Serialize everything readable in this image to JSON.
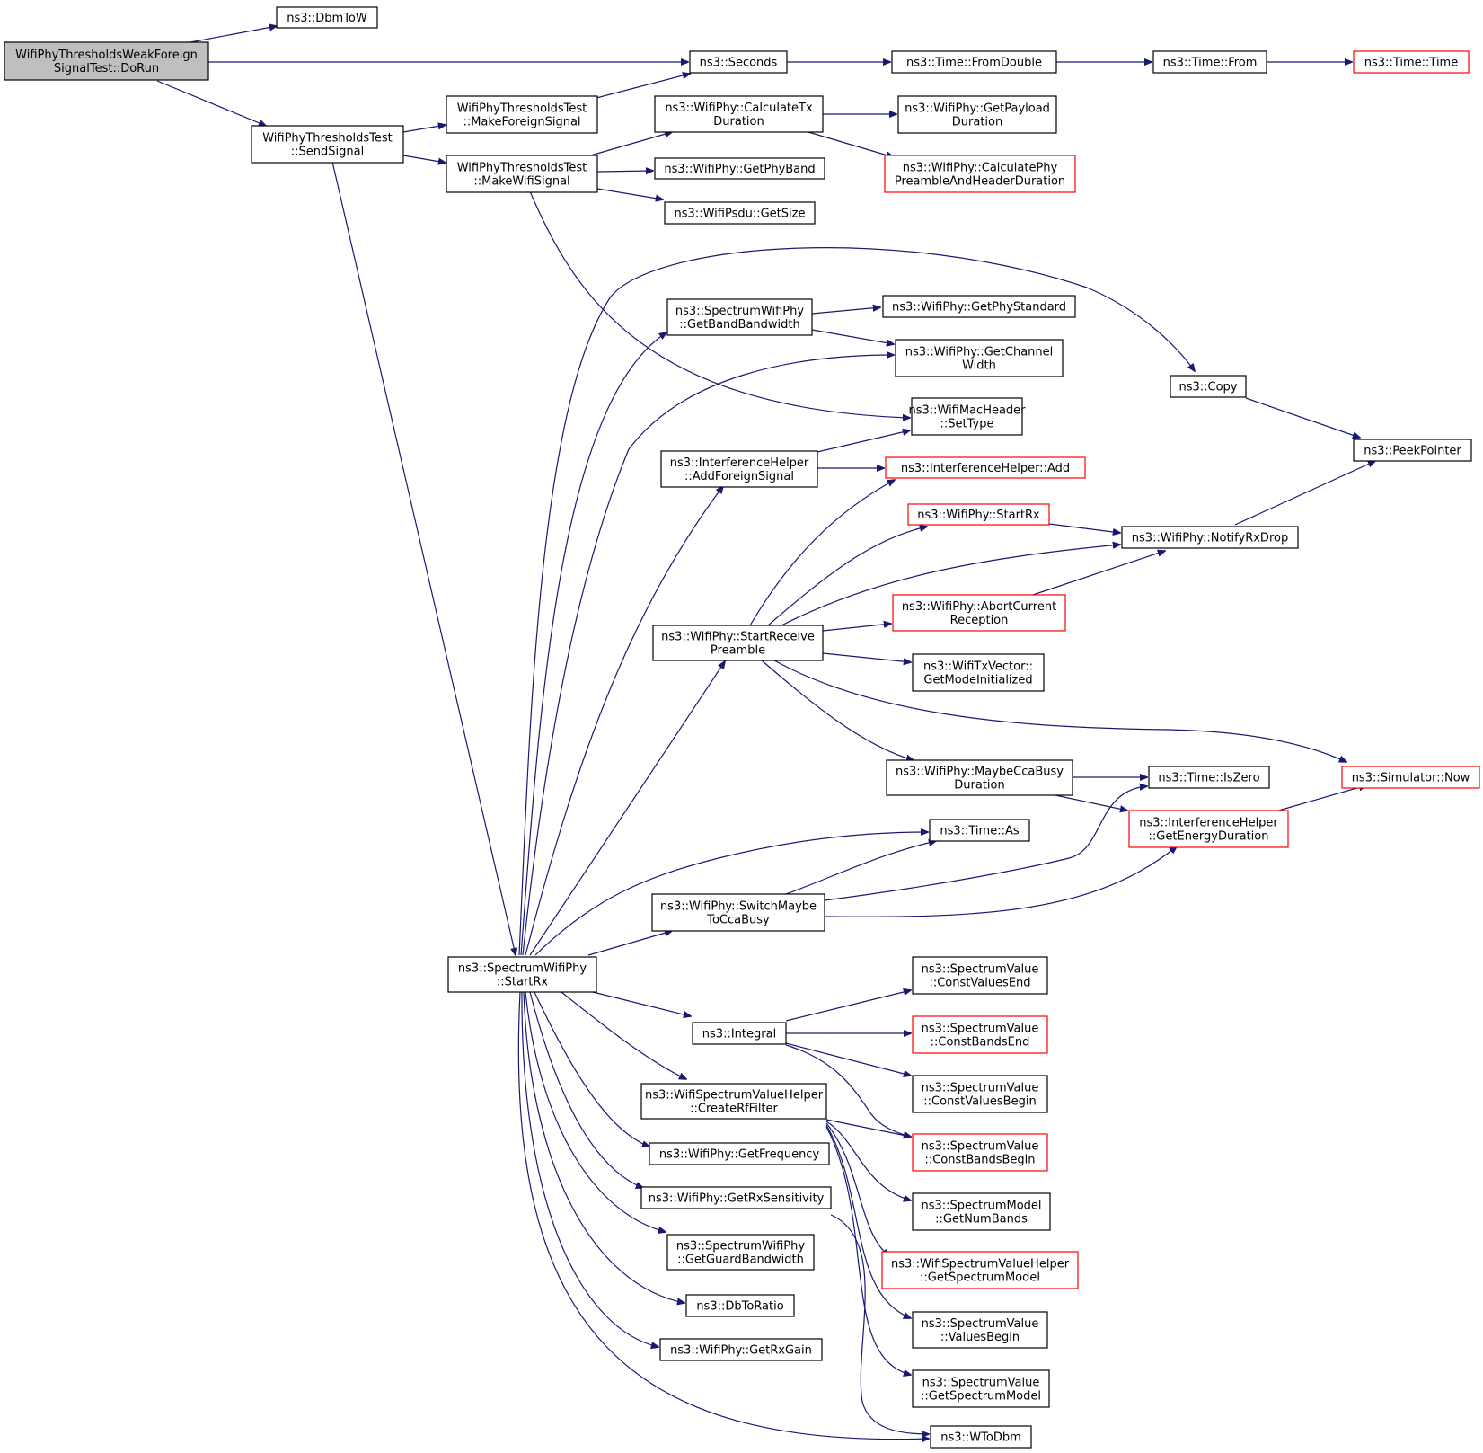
{
  "colors": {
    "edge": "#191970",
    "border": "#000000",
    "red_border": "#ff0000",
    "root_fill": "#bfbfbf"
  },
  "nodes": [
    {
      "id": "dorun",
      "lines": [
        "WifiPhyThresholdsWeakForeign",
        "SignalTest::DoRun"
      ],
      "style": "root"
    },
    {
      "id": "dbmtow",
      "lines": [
        "ns3::DbmToW"
      ],
      "style": "normal"
    },
    {
      "id": "seconds",
      "lines": [
        "ns3::Seconds"
      ],
      "style": "normal"
    },
    {
      "id": "fromdouble",
      "lines": [
        "ns3::Time::FromDouble"
      ],
      "style": "normal"
    },
    {
      "id": "timefrom",
      "lines": [
        "ns3::Time::From"
      ],
      "style": "normal"
    },
    {
      "id": "timetime",
      "lines": [
        "ns3::Time::Time"
      ],
      "style": "red"
    },
    {
      "id": "sendsignal",
      "lines": [
        "WifiPhyThresholdsTest",
        "::SendSignal"
      ],
      "style": "normal"
    },
    {
      "id": "makeforeign",
      "lines": [
        "WifiPhyThresholdsTest",
        "::MakeForeignSignal"
      ],
      "style": "normal"
    },
    {
      "id": "makewifi",
      "lines": [
        "WifiPhyThresholdsTest",
        "::MakeWifiSignal"
      ],
      "style": "normal"
    },
    {
      "id": "calctx",
      "lines": [
        "ns3::WifiPhy::CalculateTx",
        "Duration"
      ],
      "style": "normal"
    },
    {
      "id": "getpayload",
      "lines": [
        "ns3::WifiPhy::GetPayload",
        "Duration"
      ],
      "style": "normal"
    },
    {
      "id": "calcphy",
      "lines": [
        "ns3::WifiPhy::CalculatePhy",
        "PreambleAndHeaderDuration"
      ],
      "style": "red"
    },
    {
      "id": "getphyband",
      "lines": [
        "ns3::WifiPhy::GetPhyBand"
      ],
      "style": "normal"
    },
    {
      "id": "psdusize",
      "lines": [
        "ns3::WifiPsdu::GetSize"
      ],
      "style": "normal"
    },
    {
      "id": "getbandbw",
      "lines": [
        "ns3::SpectrumWifiPhy",
        "::GetBandBandwidth"
      ],
      "style": "normal"
    },
    {
      "id": "getphystd",
      "lines": [
        "ns3::WifiPhy::GetPhyStandard"
      ],
      "style": "normal"
    },
    {
      "id": "getchanwidth",
      "lines": [
        "ns3::WifiPhy::GetChannel",
        "Width"
      ],
      "style": "normal"
    },
    {
      "id": "copy",
      "lines": [
        "ns3::Copy"
      ],
      "style": "normal"
    },
    {
      "id": "settype",
      "lines": [
        "ns3::WifiMacHeader",
        "::SetType"
      ],
      "style": "normal"
    },
    {
      "id": "peekpointer",
      "lines": [
        "ns3::PeekPointer"
      ],
      "style": "normal"
    },
    {
      "id": "addforeign",
      "lines": [
        "ns3::InterferenceHelper",
        "::AddForeignSignal"
      ],
      "style": "normal"
    },
    {
      "id": "ihadd",
      "lines": [
        "ns3::InterferenceHelper::Add"
      ],
      "style": "red"
    },
    {
      "id": "phystartrx",
      "lines": [
        "ns3::WifiPhy::StartRx"
      ],
      "style": "red"
    },
    {
      "id": "notifyrxdrop",
      "lines": [
        "ns3::WifiPhy::NotifyRxDrop"
      ],
      "style": "normal"
    },
    {
      "id": "abortcurrent",
      "lines": [
        "ns3::WifiPhy::AbortCurrent",
        "Reception"
      ],
      "style": "red"
    },
    {
      "id": "startrecv",
      "lines": [
        "ns3::WifiPhy::StartReceive",
        "Preamble"
      ],
      "style": "normal"
    },
    {
      "id": "getmodeinit",
      "lines": [
        "ns3::WifiTxVector::",
        "GetModeInitialized"
      ],
      "style": "normal"
    },
    {
      "id": "maybecca",
      "lines": [
        "ns3::WifiPhy::MaybeCcaBusy",
        "Duration"
      ],
      "style": "normal"
    },
    {
      "id": "iszero",
      "lines": [
        "ns3::Time::IsZero"
      ],
      "style": "normal"
    },
    {
      "id": "simnow",
      "lines": [
        "ns3::Simulator::Now"
      ],
      "style": "red"
    },
    {
      "id": "getenergy",
      "lines": [
        "ns3::InterferenceHelper",
        "::GetEnergyDuration"
      ],
      "style": "red"
    },
    {
      "id": "timeas",
      "lines": [
        "ns3::Time::As"
      ],
      "style": "normal"
    },
    {
      "id": "switchcca",
      "lines": [
        "ns3::WifiPhy::SwitchMaybe",
        "ToCcaBusy"
      ],
      "style": "normal"
    },
    {
      "id": "specstartrx",
      "lines": [
        "ns3::SpectrumWifiPhy",
        "::StartRx"
      ],
      "style": "normal"
    },
    {
      "id": "cvend",
      "lines": [
        "ns3::SpectrumValue",
        "::ConstValuesEnd"
      ],
      "style": "normal"
    },
    {
      "id": "integral",
      "lines": [
        "ns3::Integral"
      ],
      "style": "normal"
    },
    {
      "id": "cbend",
      "lines": [
        "ns3::SpectrumValue",
        "::ConstBandsEnd"
      ],
      "style": "red"
    },
    {
      "id": "cvbegin",
      "lines": [
        "ns3::SpectrumValue",
        "::ConstValuesBegin"
      ],
      "style": "normal"
    },
    {
      "id": "rffilter",
      "lines": [
        "ns3::WifiSpectrumValueHelper",
        "::CreateRfFilter"
      ],
      "style": "normal"
    },
    {
      "id": "cbbegin",
      "lines": [
        "ns3::SpectrumValue",
        "::ConstBandsBegin"
      ],
      "style": "red"
    },
    {
      "id": "getfreq",
      "lines": [
        "ns3::WifiPhy::GetFrequency"
      ],
      "style": "normal"
    },
    {
      "id": "numbands",
      "lines": [
        "ns3::SpectrumModel",
        "::GetNumBands"
      ],
      "style": "normal"
    },
    {
      "id": "rxsens",
      "lines": [
        "ns3::WifiPhy::GetRxSensitivity"
      ],
      "style": "normal"
    },
    {
      "id": "wsvhgetmodel",
      "lines": [
        "ns3::WifiSpectrumValueHelper",
        "::GetSpectrumModel"
      ],
      "style": "red"
    },
    {
      "id": "guardbw",
      "lines": [
        "ns3::SpectrumWifiPhy",
        "::GetGuardBandwidth"
      ],
      "style": "normal"
    },
    {
      "id": "dbtoratio",
      "lines": [
        "ns3::DbToRatio"
      ],
      "style": "normal"
    },
    {
      "id": "valuesbegin",
      "lines": [
        "ns3::SpectrumValue",
        "::ValuesBegin"
      ],
      "style": "normal"
    },
    {
      "id": "rxgain",
      "lines": [
        "ns3::WifiPhy::GetRxGain"
      ],
      "style": "normal"
    },
    {
      "id": "svgetmodel",
      "lines": [
        "ns3::SpectrumValue",
        "::GetSpectrumModel"
      ],
      "style": "normal"
    },
    {
      "id": "wtodbm",
      "lines": [
        "ns3::WToDbm"
      ],
      "style": "normal"
    }
  ]
}
